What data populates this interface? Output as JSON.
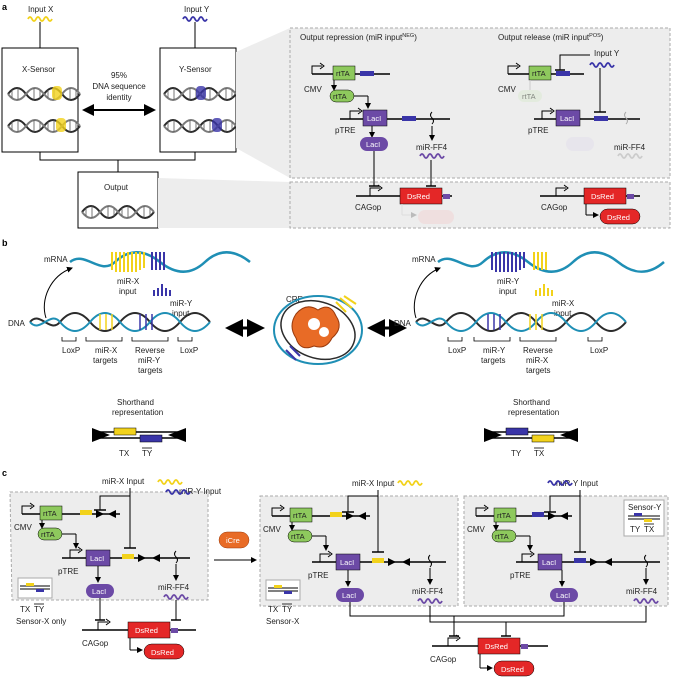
{
  "panels": {
    "a": "a",
    "b": "b",
    "c": "c"
  },
  "a": {
    "input_x": "Input X",
    "input_y": "Input Y",
    "x_sensor": "X-Sensor",
    "y_sensor": "Y-Sensor",
    "identity": [
      "95%",
      "DNA sequence",
      "identity"
    ],
    "output": "Output",
    "repression_title": "Output repression (miR input",
    "repression_sup": "NEG",
    "release_title": "Output release (miR input",
    "release_sup": "POS",
    "cmv": "CMV",
    "rtta": "rtTA",
    "ptre": "pTRE",
    "laci": "LacI",
    "mirff4": "miR-FF4",
    "dsred": "DsRed",
    "cagop": "CAGop",
    "input_y_small": "Input Y"
  },
  "b": {
    "mrna": "mRNA",
    "dna": "DNA",
    "left": {
      "in1": [
        "miR-X",
        "input"
      ],
      "in2": [
        "miR-Y",
        "input"
      ],
      "loxp": "LoxP",
      "targets1": [
        "miR-X",
        "targets"
      ],
      "targets2": [
        "Reverse",
        "miR-Y",
        "targets"
      ],
      "shorthand": [
        "Shorthand",
        "representation"
      ],
      "lab1": "TX",
      "lab2": "TY"
    },
    "cre": "CRE",
    "right": {
      "in1": [
        "miR-Y",
        "input"
      ],
      "in2": [
        "miR-X",
        "input"
      ],
      "loxp": "LoxP",
      "targets1": [
        "miR-Y",
        "targets"
      ],
      "targets2": [
        "Reverse",
        "miR-X",
        "targets"
      ],
      "shorthand": [
        "Shorthand",
        "representation"
      ],
      "lab1": "TY",
      "lab2": "TX"
    }
  },
  "c": {
    "mirx_input": "miR-X Input",
    "miry_input": "miR-Y Input",
    "icre": "iCre",
    "sensor_x_only": "Sensor-X only",
    "sensor_x": "Sensor-X",
    "sensor_y": "Sensor-Y",
    "tx": "TX",
    "ty": "TY",
    "cmv": "CMV",
    "rtta": "rtTA",
    "ptre": "pTRE",
    "laci": "LacI",
    "mirff4": "miR-FF4",
    "dsred": "DsRed",
    "cagop": "CAGop"
  },
  "colors": {
    "x_yellow": "#f2d21b",
    "y_blue": "#3a35a8",
    "rtta_green": "#8ec95d",
    "laci_purple": "#6c4aa6",
    "dsred_red": "#e42727",
    "gray_bg": "#ededed"
  }
}
